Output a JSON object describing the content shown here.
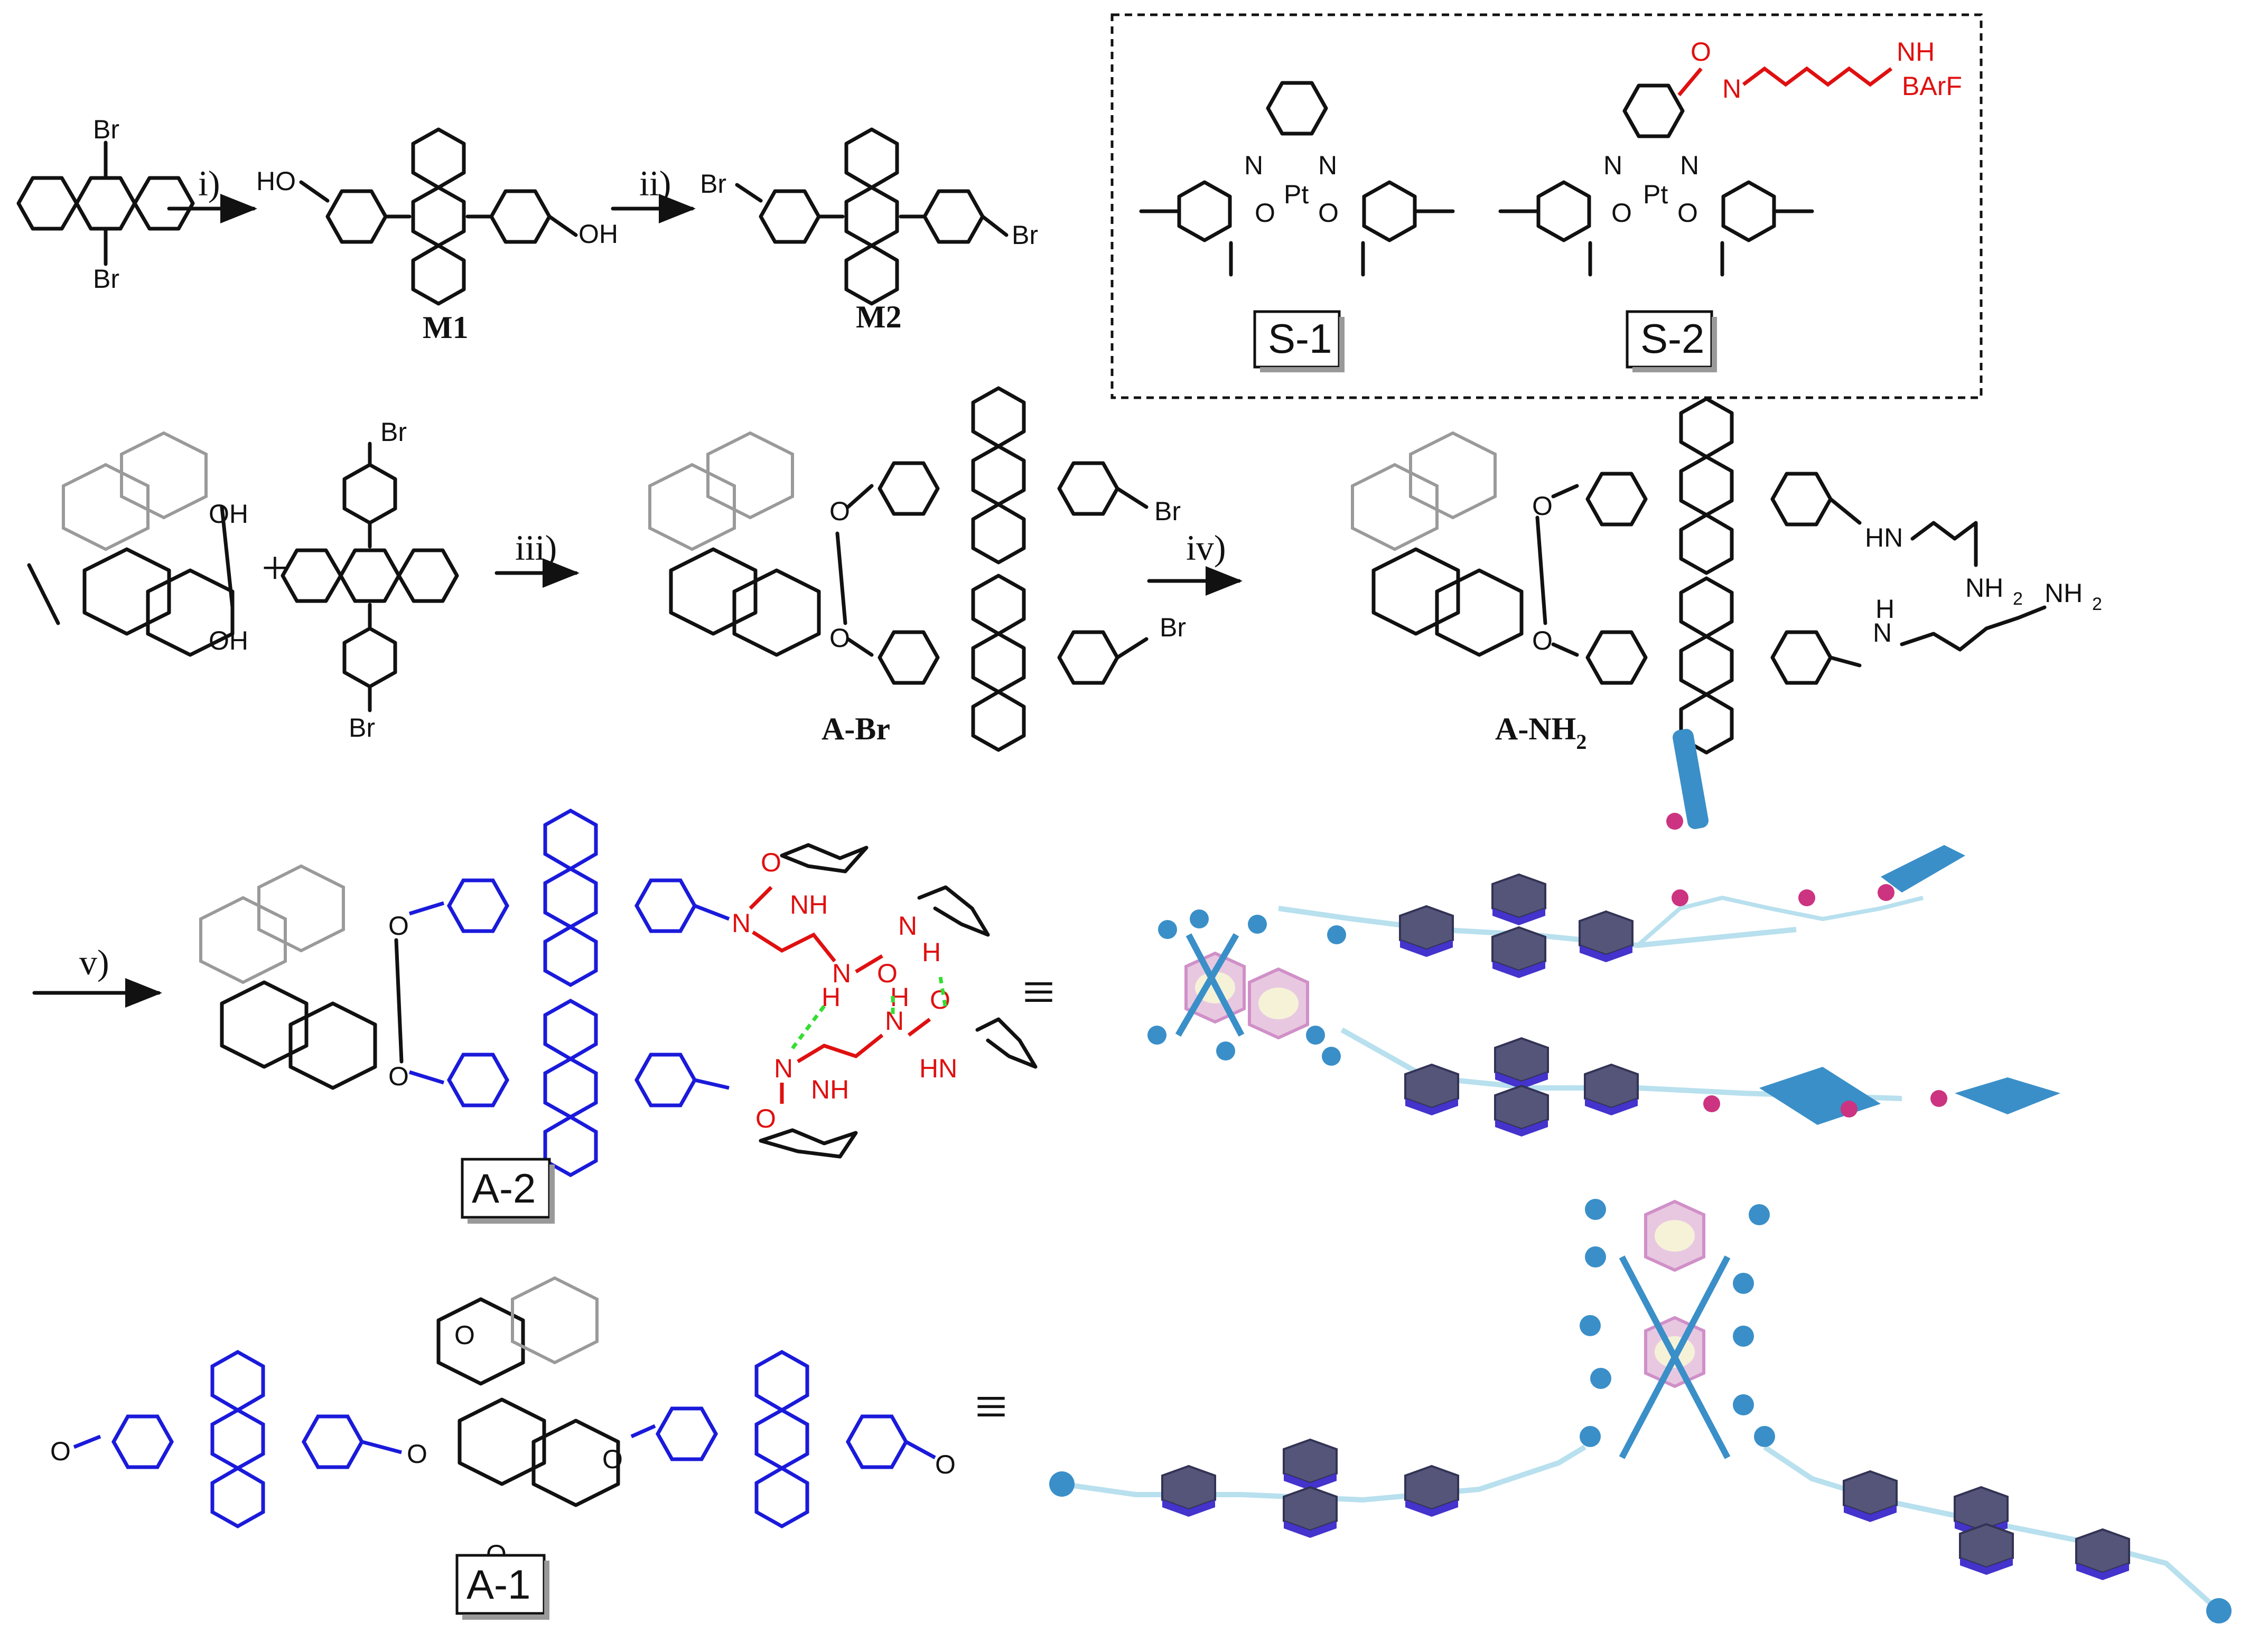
{
  "figure": {
    "steps": [
      "i)",
      "ii)",
      "iii)",
      "iv)",
      "v)"
    ],
    "compounds": {
      "m1": "M1",
      "m2": "M2",
      "abr": "A-Br",
      "anh2": "A-NH",
      "anh2_sub": "2",
      "a2": "A-2",
      "a1": "A-1",
      "s1": "S-1",
      "s2": "S-2"
    },
    "atoms": {
      "br": "Br",
      "ho": "HO",
      "oh": "OH",
      "o": "O",
      "n": "N",
      "pt": "Pt",
      "nh": "NH",
      "hn": "HN",
      "h": "H",
      "nh2": "NH",
      "nh3": "NH",
      "barf": "BArF",
      "ome": "O"
    },
    "equiv_symbol": "≡",
    "plus_symbol": "+"
  },
  "colors": {
    "blue_fragment": "#1a1adb",
    "red_fragment": "#e01010",
    "hbond": "#33dd33",
    "gray_fragment": "#9a9a9a",
    "model_ring": "#555588",
    "model_stick": "#3a8fc8"
  }
}
